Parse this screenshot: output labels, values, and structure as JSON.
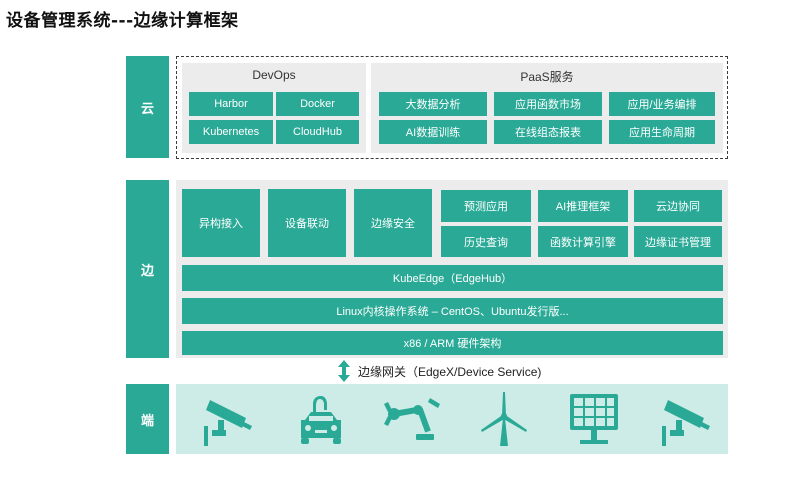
{
  "title": "设备管理系统---边缘计算框架",
  "layers": {
    "cloud": "云",
    "edge": "边",
    "device": "端"
  },
  "cloud": {
    "devops": {
      "title": "DevOps",
      "items": [
        "Harbor",
        "Docker",
        "Kubernetes",
        "CloudHub"
      ]
    },
    "paas": {
      "title": "PaaS服务",
      "items": [
        "大数据分析",
        "应用函数市场",
        "应用/业务编排",
        "AI数据训练",
        "在线组态报表",
        "应用生命周期"
      ]
    }
  },
  "edge": {
    "modules": [
      "异构接入",
      "设备联动",
      "边缘安全"
    ],
    "services": [
      "预测应用",
      "AI推理框架",
      "云边协同",
      "历史查询",
      "函数计算引擎",
      "边缘证书管理"
    ],
    "stack": [
      "KubeEdge（EdgeHub）",
      "Linux内核操作系统 – CentOS、Ubuntu发行版...",
      "x86 / ARM 硬件架构"
    ]
  },
  "gateway": "边缘网关（EdgeX/Device Service)",
  "devices": [
    "camera-icon",
    "electric-car-icon",
    "robot-arm-icon",
    "wind-turbine-icon",
    "solar-panel-icon",
    "camera-icon"
  ],
  "colors": {
    "primary": "#2aaa96",
    "panel": "#ececec",
    "device_bg": "#cdece8",
    "icon": "#2aaa96"
  }
}
